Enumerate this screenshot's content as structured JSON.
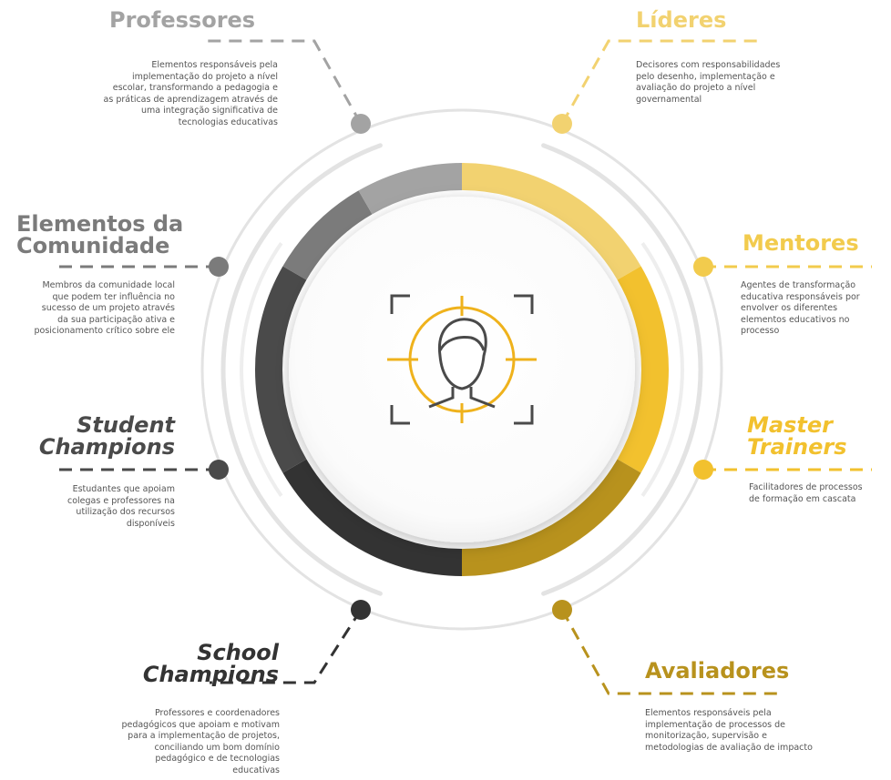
{
  "colors": {
    "gray_light": "#a3a3a3",
    "gray_mid": "#7b7b7b",
    "gray_dark": "#4a4a4a",
    "gray_darker": "#333333",
    "gold_light": "#f2d270",
    "gold": "#f2c12e",
    "gold_dark": "#b8921d",
    "ring_pale": "#e3e3e3",
    "icon_orange": "#efb21c",
    "icon_gray": "#4a4a4a"
  },
  "center_icon": "person-target-icon",
  "nodes": [
    {
      "id": "professores",
      "title": "Professores",
      "description": "Elementos responsáveis pela\nimplementação do projeto a nível\nescolar, transformando a pedagogia e\nas práticas de aprendizagem através de\numa integração significativa de\ntecnologias educativas",
      "color": "#a3a3a3",
      "italic": false
    },
    {
      "id": "lideres",
      "title": "Líderes",
      "description": "Decisores com responsabilidades\npelo desenho, implementação e\navaliação do projeto a nível\ngovernamental",
      "color": "#f2d270",
      "italic": false
    },
    {
      "id": "elementos-comunidade",
      "title": "Elementos da\nComunidade",
      "description": "Membros da comunidade local\nque podem ter influência no\nsucesso de um projeto através\nda sua participação ativa e\nposicionamento crítico sobre ele",
      "color": "#7b7b7b",
      "italic": false
    },
    {
      "id": "mentores",
      "title": "Mentores",
      "description": "Agentes de transformação\neducativa responsáveis por\nenvolver os diferentes\nelementos educativos no\nprocesso",
      "color": "#f2cb4d",
      "italic": false
    },
    {
      "id": "student-champions",
      "title": "Student\nChampions",
      "description": "Estudantes que apoiam\ncolegas e professores na\nutilização dos recursos\ndisponíveis",
      "color": "#4a4a4a",
      "italic": true
    },
    {
      "id": "master-trainers",
      "title": "Master\nTrainers",
      "description": "Facilitadores de processos\nde formação em cascata",
      "color": "#f2c12e",
      "italic": true
    },
    {
      "id": "school-champions",
      "title": "School\nChampions",
      "description": "Professores e coordenadores\npedagógicos que apoiam e motivam\npara a implementação de projetos,\nconciliando um bom domínio\npedagógico e de tecnologias\neducativas",
      "color": "#333333",
      "italic": true
    },
    {
      "id": "avaliadores",
      "title": "Avaliadores",
      "description": "Elementos responsáveis pela\nimplementação de processos de\nmonitorização, supervisão e\nmetodologias de avaliação de impacto",
      "color": "#b8921d",
      "italic": false
    }
  ]
}
